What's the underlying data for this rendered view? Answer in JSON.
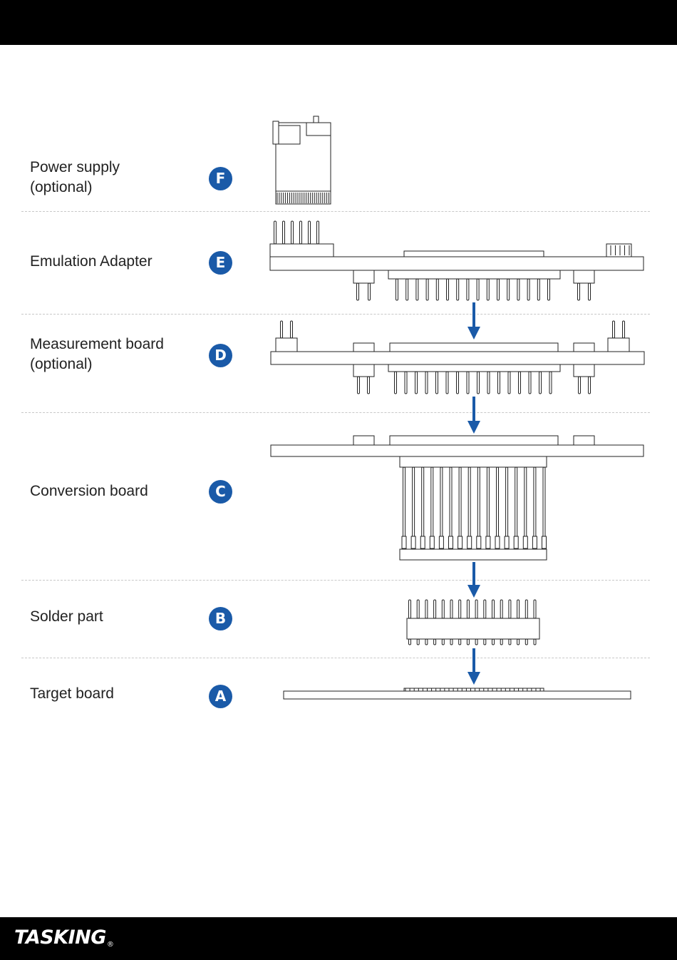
{
  "brand": {
    "logo_text": "TASKING",
    "registered_mark": "®"
  },
  "accent_color": "#1a5aa8",
  "layers": [
    {
      "letter": "F",
      "label": "Power supply\n(optional)"
    },
    {
      "letter": "E",
      "label": "Emulation Adapter"
    },
    {
      "letter": "D",
      "label": "Measurement board\n(optional)"
    },
    {
      "letter": "C",
      "label": "Conversion board"
    },
    {
      "letter": "B",
      "label": "Solder part"
    },
    {
      "letter": "A",
      "label": "Target board"
    }
  ]
}
